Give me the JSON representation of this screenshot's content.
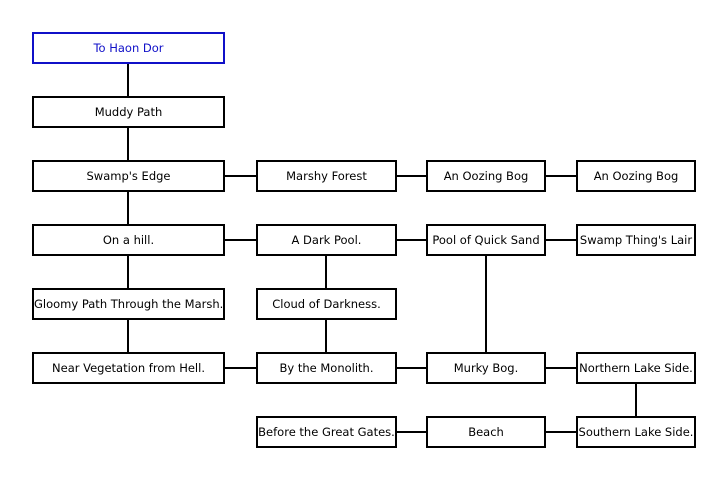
{
  "rooms": {
    "to_haon_dor": "To Haon Dor",
    "muddy_path": "Muddy Path",
    "swamps_edge": "Swamp's Edge",
    "marshy_forest": "Marshy Forest",
    "oozing_bog_1": "An Oozing Bog",
    "oozing_bog_2": "An Oozing Bog",
    "on_a_hill": "On a hill.",
    "dark_pool": "A Dark Pool.",
    "pool_quick_sand": "Pool of Quick Sand",
    "swamp_thing_lair": "Swamp Thing's Lair",
    "gloomy_path": "Gloomy Path Through the Marsh.",
    "cloud_darkness": "Cloud of Darkness.",
    "near_vegetation": "Near Vegetation from Hell.",
    "monolith": "By the Monolith.",
    "murky_bog": "Murky Bog.",
    "northern_lake": "Northern Lake Side.",
    "before_gates": "Before the Great Gates.",
    "beach": "Beach",
    "southern_lake": "Southern Lake Side."
  },
  "colors": {
    "room_border": "#000000",
    "exit_room_border": "#1010c8",
    "connector": "#000000",
    "background": "#ffffff"
  }
}
